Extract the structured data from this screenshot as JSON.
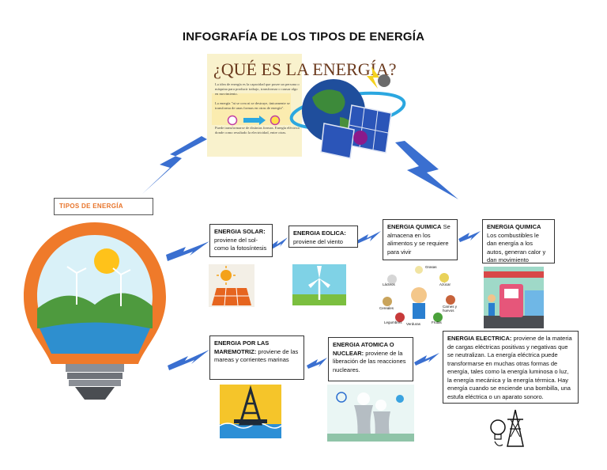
{
  "title": "INFOGRAFÍA DE LOS TIPOS DE ENERGÍA",
  "que_es": {
    "heading": "¿QUÉ ES LA ENERGÍA?",
    "p1": "La idea de energía es la capacidad que posee un persona o máquina para producir trabajo, transformar o causar algo en movimiento.",
    "p2": "La energía \"ni se crea ni se destruye, únicamente se transforma de unas formas en otras de energía\".",
    "p3": "Puede transformarse de distintas formas. Energía eléctrica donde como resultado la electricidad, entre otras."
  },
  "tipos_label": "TIPOS DE ENERGÍA",
  "solar": {
    "heading": "ENERGIA SOLAR:",
    "text": "proviene del sol- como la fotosíntesis"
  },
  "eolica": {
    "heading": "ENERGIA EOLICA:",
    "text": "proviene del viento"
  },
  "quimica1": {
    "heading": "ENERGIA QUIMICA",
    "text": "Se almacena en los alimentos y se requiere para vivir"
  },
  "quimica2": {
    "heading": "ENERGIA QUIMICA",
    "text": "Los combustibles le dan energía a los autos, generan calor y dan movimiento"
  },
  "mareomotriz": {
    "heading": "ENERGIA POR LAS MAREMOTRIZ:",
    "text": "proviene de las mareas y corrientes marinas"
  },
  "atomica": {
    "heading": "ENERGIA ATOMICA O NUCLEAR:",
    "text": "proviene de la liberación de las reacciones nucleares."
  },
  "electrica": {
    "heading": "ENERGIA ELECTRICA:",
    "text": "proviene de la materia de cargas eléctricas positivas y negativas que se neutralizan. La energía eléctrica puede transformarse en muchas otras formas de energía, tales como la energía luminosa o luz, la energía mecánica y la energía térmica. Hay energía cuando se enciende una bombilla, una estufa eléctrica o un aparato sonoro."
  },
  "food_labels": [
    "Grasas",
    "Lácteos",
    "Azúcar",
    "Cereales",
    "Carnes y huevos",
    "Frutas",
    "Verduras",
    "Legumbres"
  ],
  "colors": {
    "bolt": "#3a6fd0",
    "bulb_orange": "#ef7a2a",
    "title_orange": "#e8742a"
  }
}
